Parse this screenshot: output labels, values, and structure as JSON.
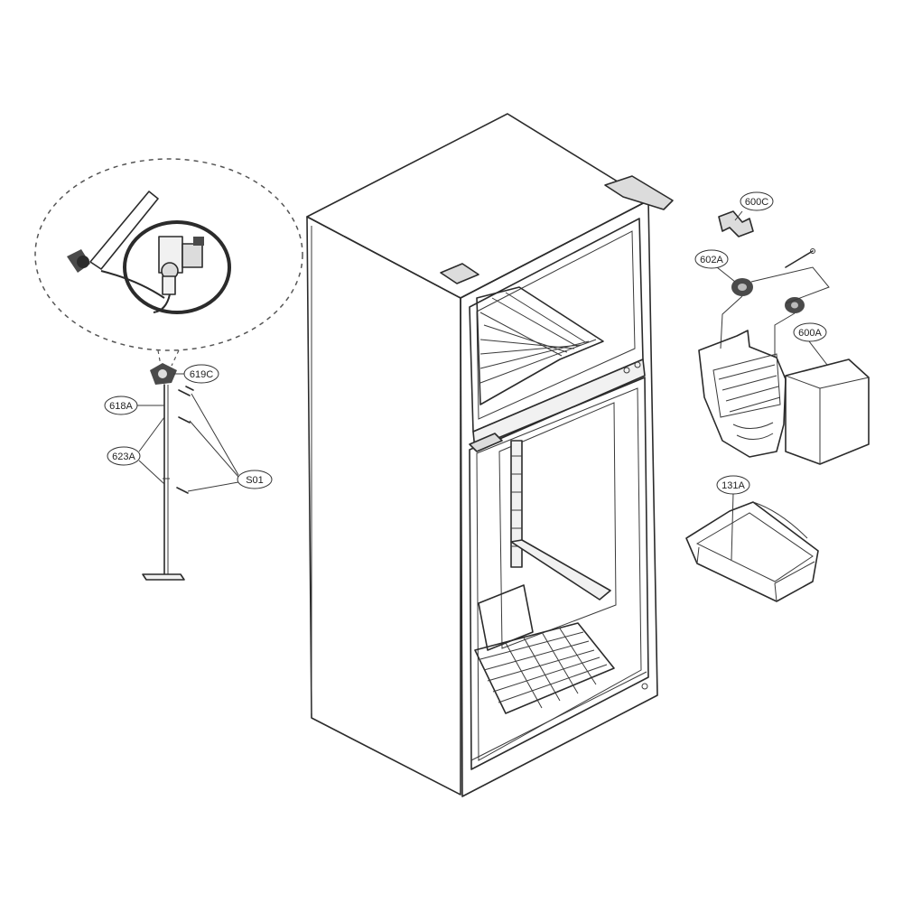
{
  "diagram": {
    "watermark": "",
    "callouts": {
      "c600C": "600C",
      "c602A": "602A",
      "c600A": "600A",
      "c131A": "131A",
      "c619C": "619C",
      "c618A": "618A",
      "c623A": "623A",
      "cS01": "S01"
    }
  },
  "colors": {
    "line": "#2b2b2b",
    "background": "#ffffff",
    "shade": "#dcdcdc"
  }
}
